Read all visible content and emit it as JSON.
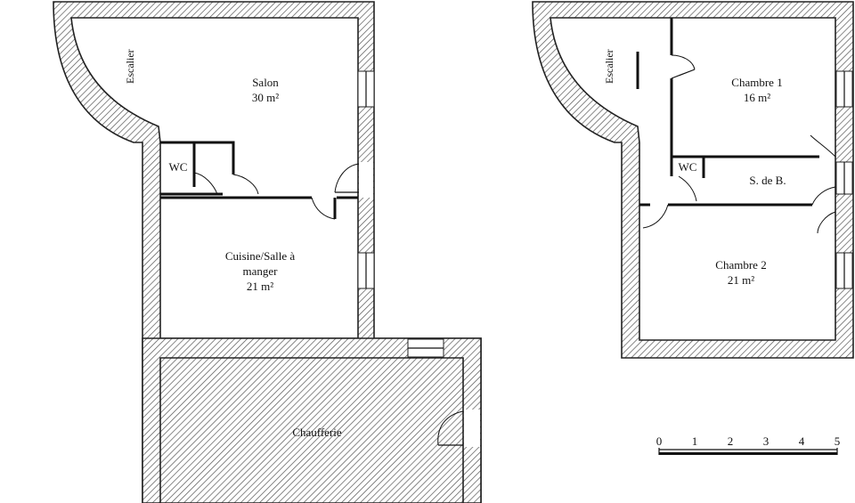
{
  "plan_left": {
    "rooms": {
      "stair": "Escalier",
      "salon_name": "Salon",
      "salon_area": "30 m²",
      "wc": "WC",
      "kitchen_line1": "Cuisine/Salle à",
      "kitchen_line2": "manger",
      "kitchen_area": "21 m²",
      "boiler": "Chaufferie"
    }
  },
  "plan_right": {
    "rooms": {
      "stair": "Escalier",
      "bed1_name": "Chambre 1",
      "bed1_area": "16 m²",
      "wc": "WC",
      "bath": "S. de B.",
      "bed2_name": "Chambre 2",
      "bed2_area": "21 m²"
    }
  },
  "scale": {
    "ticks": [
      "0",
      "1",
      "2",
      "3",
      "4",
      "5"
    ]
  },
  "colors": {
    "wall_outline": "#222222",
    "hatch": "#555555",
    "background": "#ffffff"
  }
}
